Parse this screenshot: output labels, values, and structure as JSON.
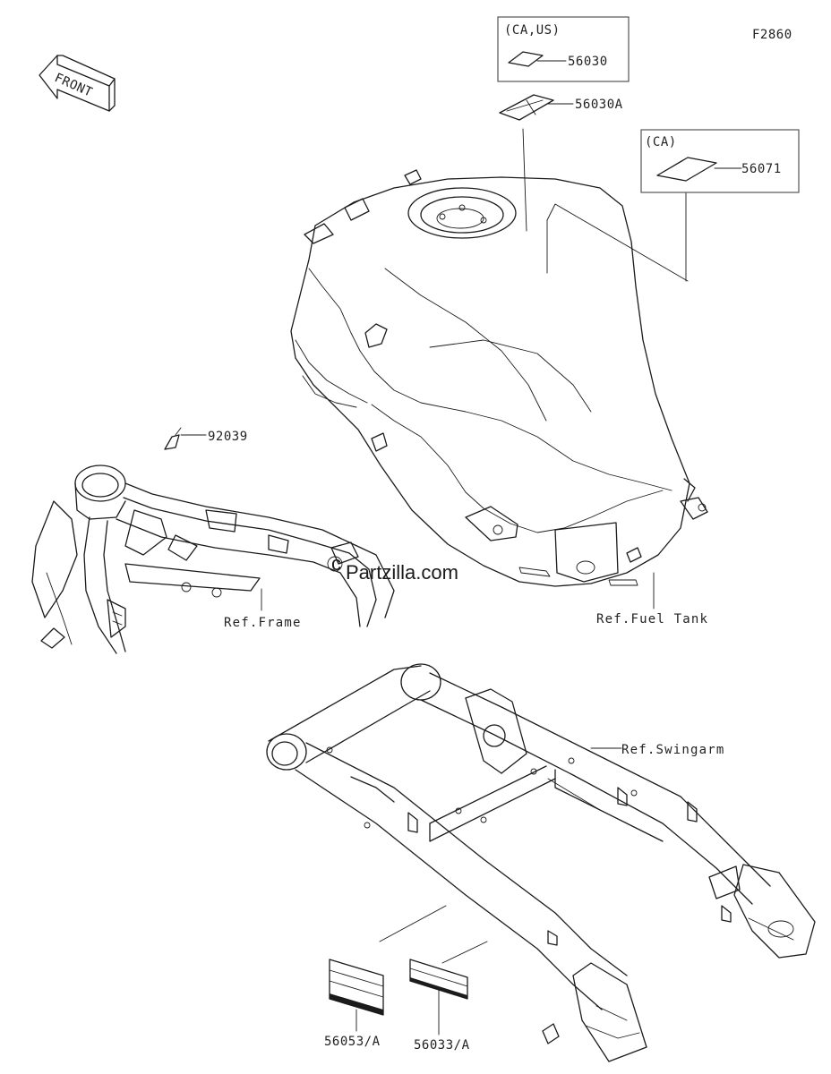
{
  "diagram_code": "F2860",
  "front_arrow": {
    "text": "FRONT",
    "icon": "front-arrow-icon"
  },
  "watermark": "Partzilla.com",
  "callouts": [
    {
      "id": "56030",
      "text": "56030",
      "region_note": "(CA,US)"
    },
    {
      "id": "56030A",
      "text": "56030A"
    },
    {
      "id": "56071",
      "text": "56071",
      "region_note": "(CA)"
    },
    {
      "id": "92039",
      "text": "92039"
    },
    {
      "id": "56053A",
      "text": "56053/A"
    },
    {
      "id": "56033A",
      "text": "56033/A"
    }
  ],
  "references": [
    {
      "id": "ref-frame",
      "text": "Ref.Frame"
    },
    {
      "id": "ref-fuel-tank",
      "text": "Ref.Fuel Tank"
    },
    {
      "id": "ref-swingarm",
      "text": "Ref.Swingarm"
    }
  ],
  "colors": {
    "line": "#1b1b1b",
    "background": "#ffffff"
  }
}
